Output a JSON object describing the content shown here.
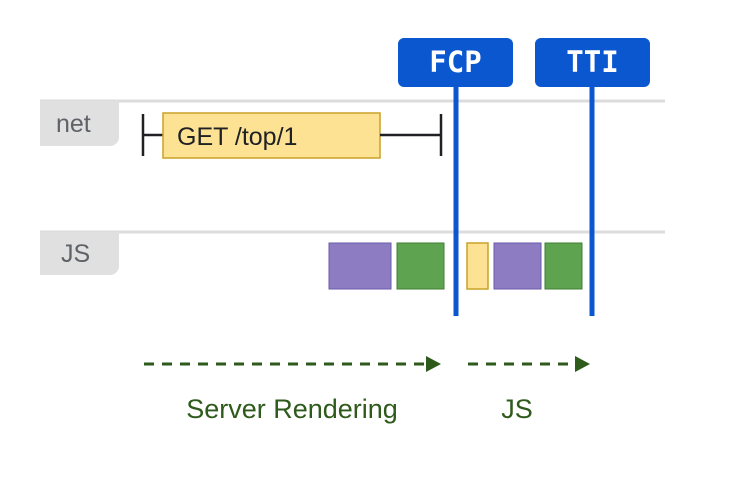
{
  "rows": [
    {
      "label": "net"
    },
    {
      "label": "JS"
    }
  ],
  "request": {
    "label": "GET /top/1"
  },
  "markers": [
    {
      "label": "FCP"
    },
    {
      "label": "TTI"
    }
  ],
  "phases": [
    {
      "label": "Server Rendering"
    },
    {
      "label": "JS"
    }
  ],
  "js_tasks": [
    {
      "kind": "script"
    },
    {
      "kind": "render"
    },
    {
      "kind": "network"
    },
    {
      "kind": "script"
    },
    {
      "kind": "render"
    }
  ],
  "colors": {
    "marker": "#0b57d0",
    "row_label_bg": "#e0e0e0",
    "row_line": "#dcdcdc",
    "request_fill": "#fde293",
    "request_stroke": "#c9a227",
    "script": "#8e7cc3",
    "render": "#5ea34f",
    "phase": "#2e5a1c"
  }
}
